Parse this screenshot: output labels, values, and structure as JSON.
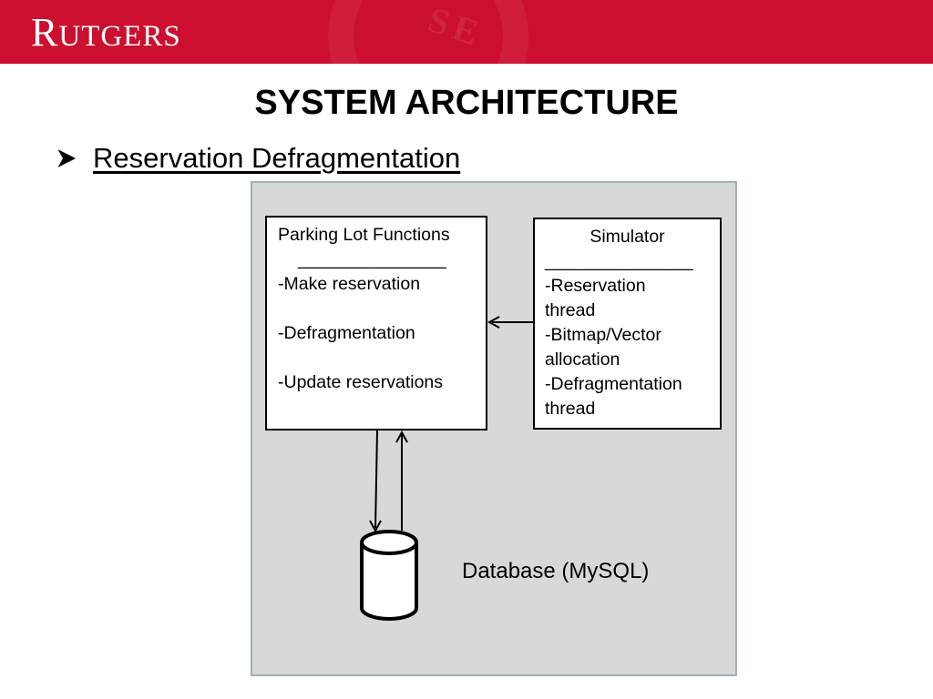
{
  "header": {
    "logo": "RUTGERS",
    "brand_color": "#cc0f2f"
  },
  "slide": {
    "title": "SYSTEM ARCHITECTURE",
    "bullet": "Reservation Defragmentation"
  },
  "diagram": {
    "parking_lot": {
      "title": "Parking Lot Functions",
      "separator": "_______________",
      "items": [
        "-Make reservation",
        "-Defragmentation",
        "-Update reservations"
      ]
    },
    "simulator": {
      "title": "Simulator",
      "separator": "_______________",
      "lines": [
        "-Reservation",
        "thread",
        "-Bitmap/Vector",
        "allocation",
        "-Defragmentation",
        "thread"
      ]
    },
    "database": {
      "label": "Database (MySQL)",
      "icon": "database-cylinder-icon"
    }
  }
}
